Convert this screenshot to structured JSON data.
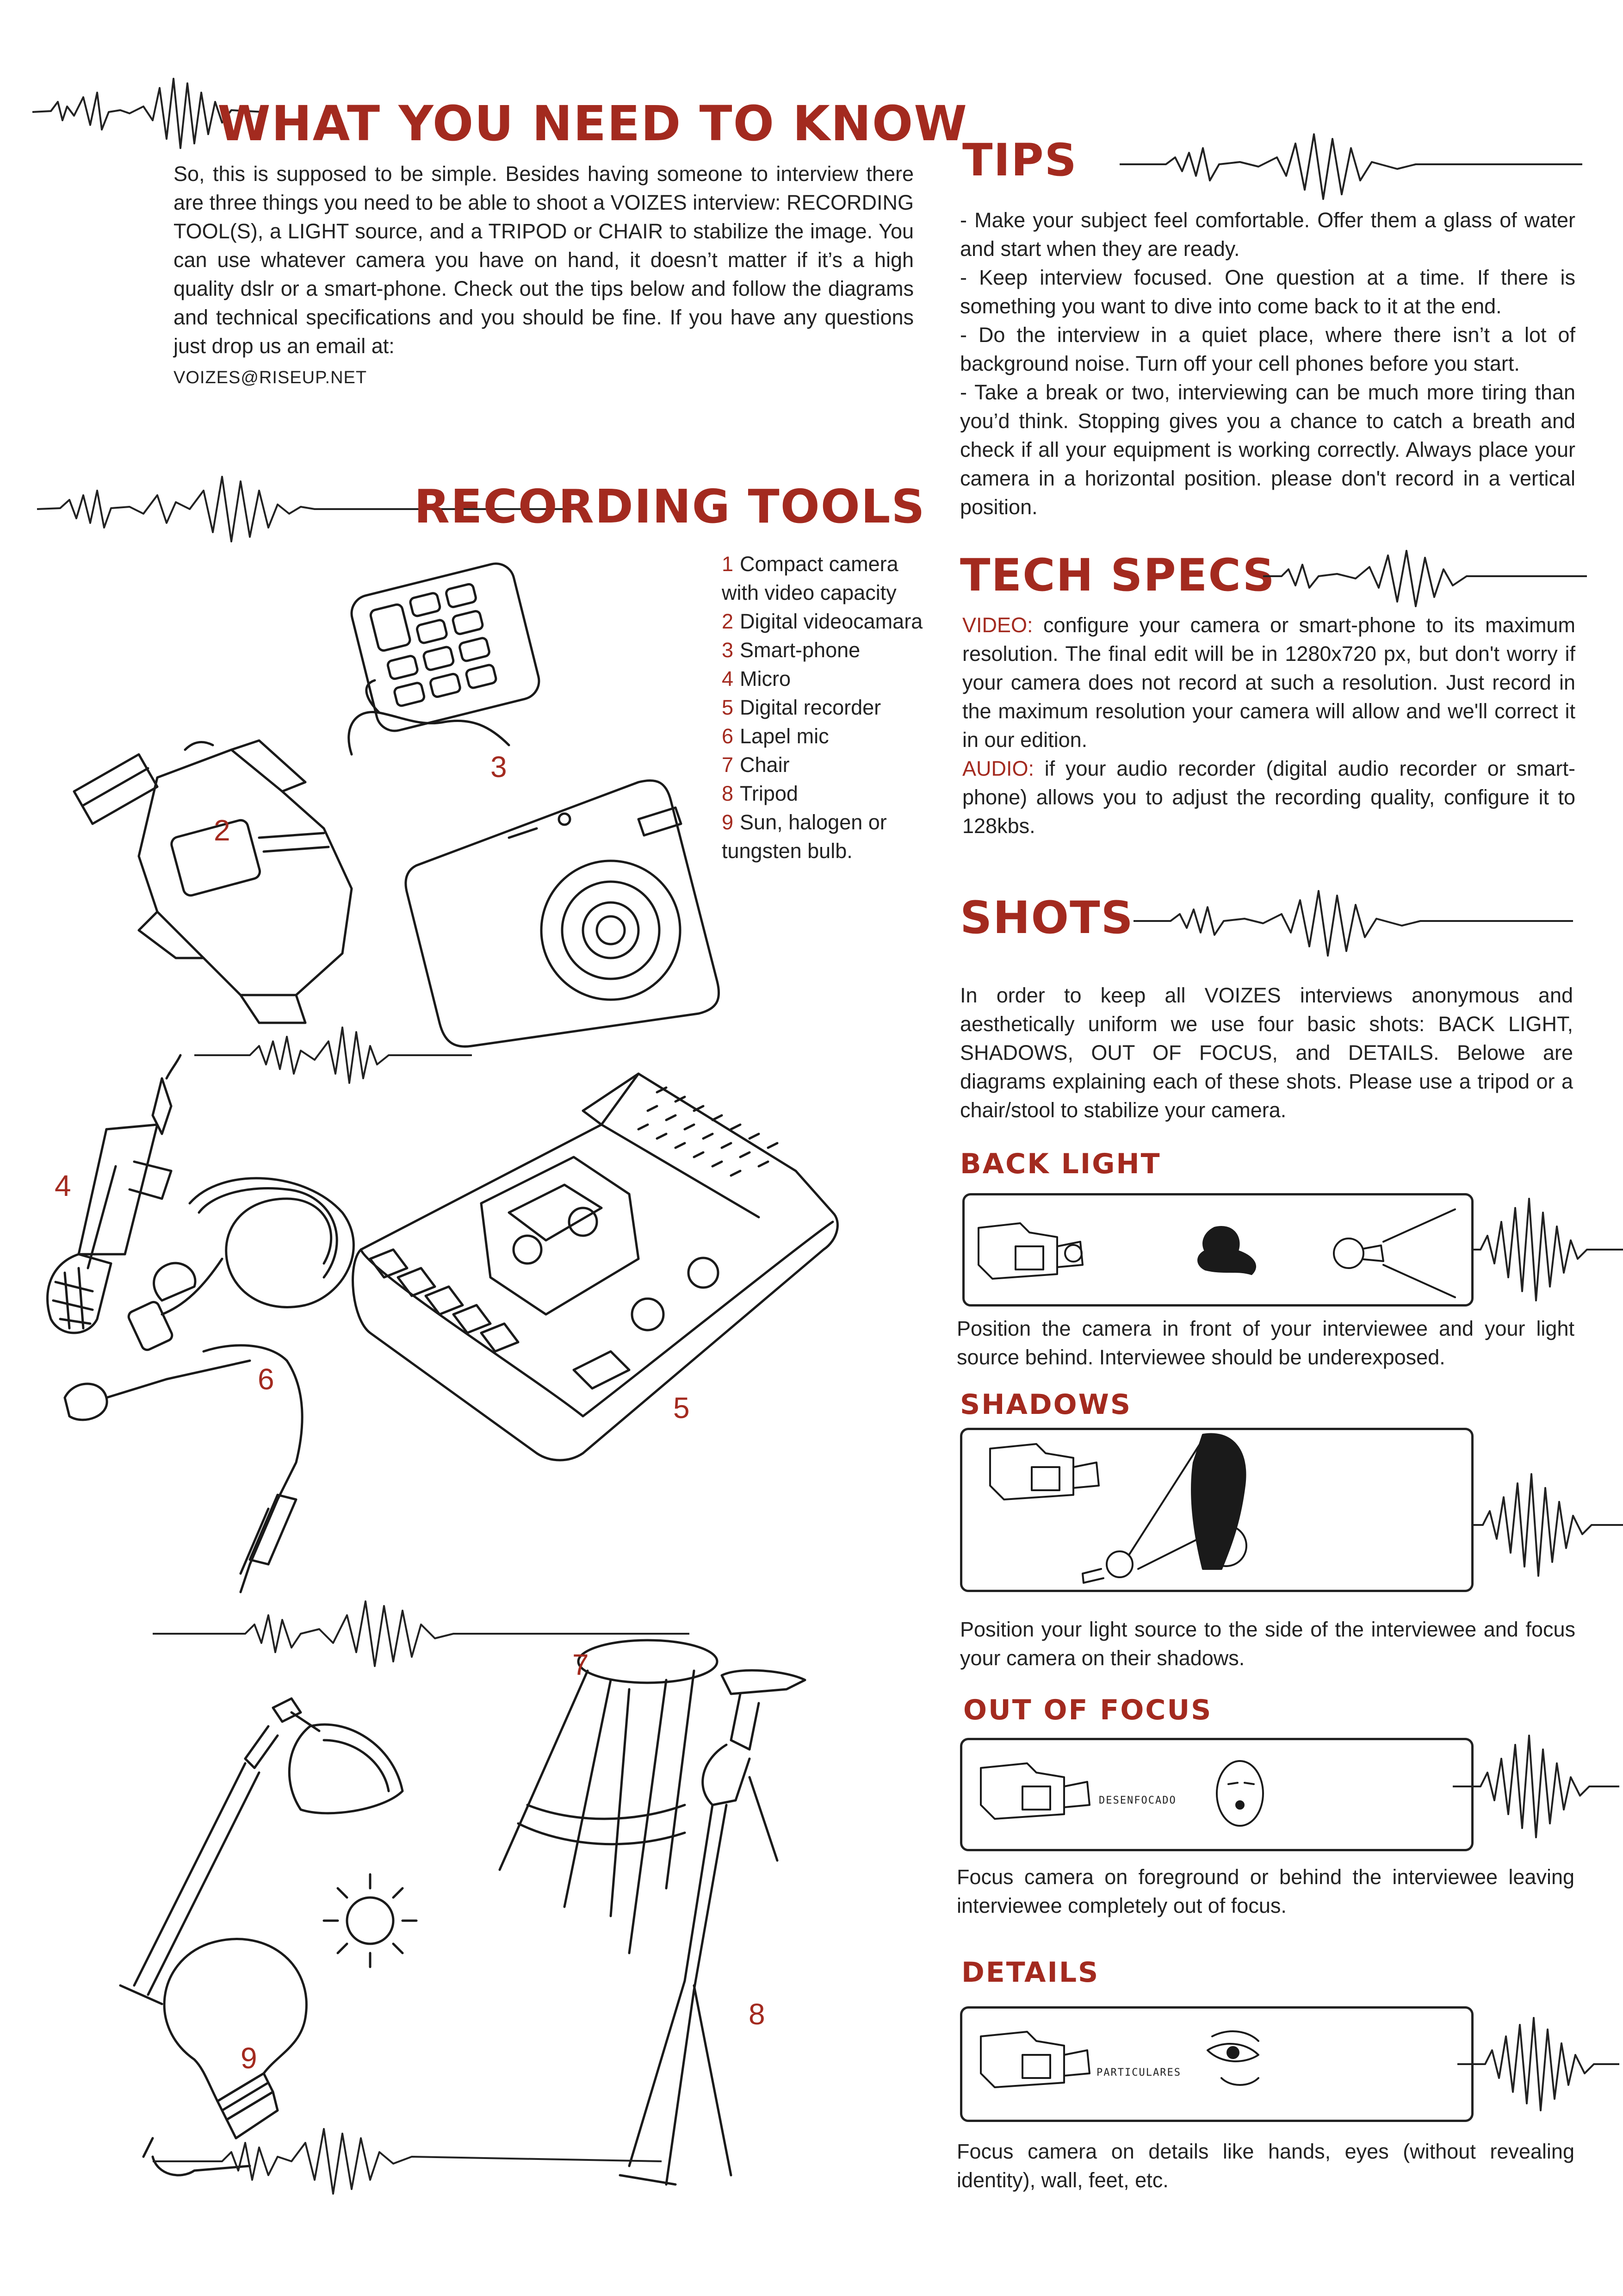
{
  "intro": {
    "title": "WHAT YOU NEED TO KNOW",
    "body": "So, this is supposed to be simple. Besides having someone to interview there are three things you need to be able to shoot a VOIZES interview: RECORDING TOOL(S), a LIGHT source, and a TRIPOD or CHAIR to stabilize the image. You can use whatever camera you have on hand, it doesn’t matter if it’s a high quality dslr or a smart-phone. Check out the tips below and follow the diagrams and technical specifications and you should be fine. If you have any questions just drop us an email at:",
    "email": "VOIZES@RISEUP.NET"
  },
  "tips": {
    "title": "TIPS",
    "items": [
      "- Make your subject feel comfortable. Offer them a glass of water and start when they are ready.",
      "- Keep interview focused. One question at a time. If there is something you want to dive into come back to it at the end.",
      "- Do the interview in a quiet place, where there isn’t a lot of background noise. Turn off your cell phones before you start.",
      "- Take a break or two, interviewing can be much more tiring than you’d think. Stopping gives you a chance to catch a breath and check if all your equipment is working correctly. Always place your camera in a horizontal position. please don't record in a vertical position."
    ]
  },
  "recording_tools": {
    "title": "RECORDING TOOLS",
    "items": [
      {
        "n": "1",
        "label": "Compact camera with video capacity"
      },
      {
        "n": "2",
        "label": "Digital videocamara"
      },
      {
        "n": "3",
        "label": "Smart-phone"
      },
      {
        "n": "4",
        "label": "Micro"
      },
      {
        "n": "5",
        "label": "Digital recorder"
      },
      {
        "n": "6",
        "label": "Lapel mic"
      },
      {
        "n": "7",
        "label": "Chair"
      },
      {
        "n": "8",
        "label": "Tripod"
      },
      {
        "n": "9",
        "label": "Sun, halogen or tungsten bulb."
      }
    ]
  },
  "tech_specs": {
    "title": "TECH SPECS",
    "video_label": "VIDEO:",
    "video_text": "configure your camera or smart-phone to its maximum resolution. The final edit will be in 1280x720 px, but don't worry if your camera does not record at such a resolution. Just record in the maximum resolution your camera will allow and we'll correct it in our edition.",
    "audio_label": "AUDIO:",
    "audio_text": "if your audio recorder (digital audio recorder or smart-phone) allows you to adjust the recording quality, configure it to 128kbs."
  },
  "shots": {
    "title": "SHOTS",
    "intro": "In order to keep all VOIZES interviews anonymous and aesthetically uniform we use four basic shots: BACK LIGHT, SHADOWS, OUT OF FOCUS, and DETAILS. Belowe are diagrams explaining each of these shots. Please use a tripod or a chair/stool to stabilize your camera.",
    "back_light": {
      "title": "BACK LIGHT",
      "text": "Position the camera in front of your interviewee and your light source behind. Interviewee should be underexposed."
    },
    "shadows": {
      "title": "SHADOWS",
      "text": "Position your light source to the side of the interviewee and focus your camera on their shadows."
    },
    "out_of_focus": {
      "title": "OUT OF FOCUS",
      "tag": "DESENFOCADO",
      "text": "Focus camera on foreground or behind the interviewee leaving interviewee completely out of focus."
    },
    "details": {
      "title": "DETAILS",
      "tag": "PARTICULARES",
      "text": "Focus camera on details like hands, eyes (without revealing identity), wall, feet, etc."
    }
  },
  "colors": {
    "accent": "#a32a1f",
    "text": "#222222",
    "background": "#ffffff"
  },
  "icons": [
    "sound-wave-icon",
    "compact-camera-icon",
    "videocamera-icon",
    "smartphone-icon",
    "microphone-icon",
    "digital-recorder-icon",
    "lapel-mic-icon",
    "chair-icon",
    "tripod-icon",
    "lamp-icon",
    "sun-icon",
    "bulb-icon"
  ]
}
